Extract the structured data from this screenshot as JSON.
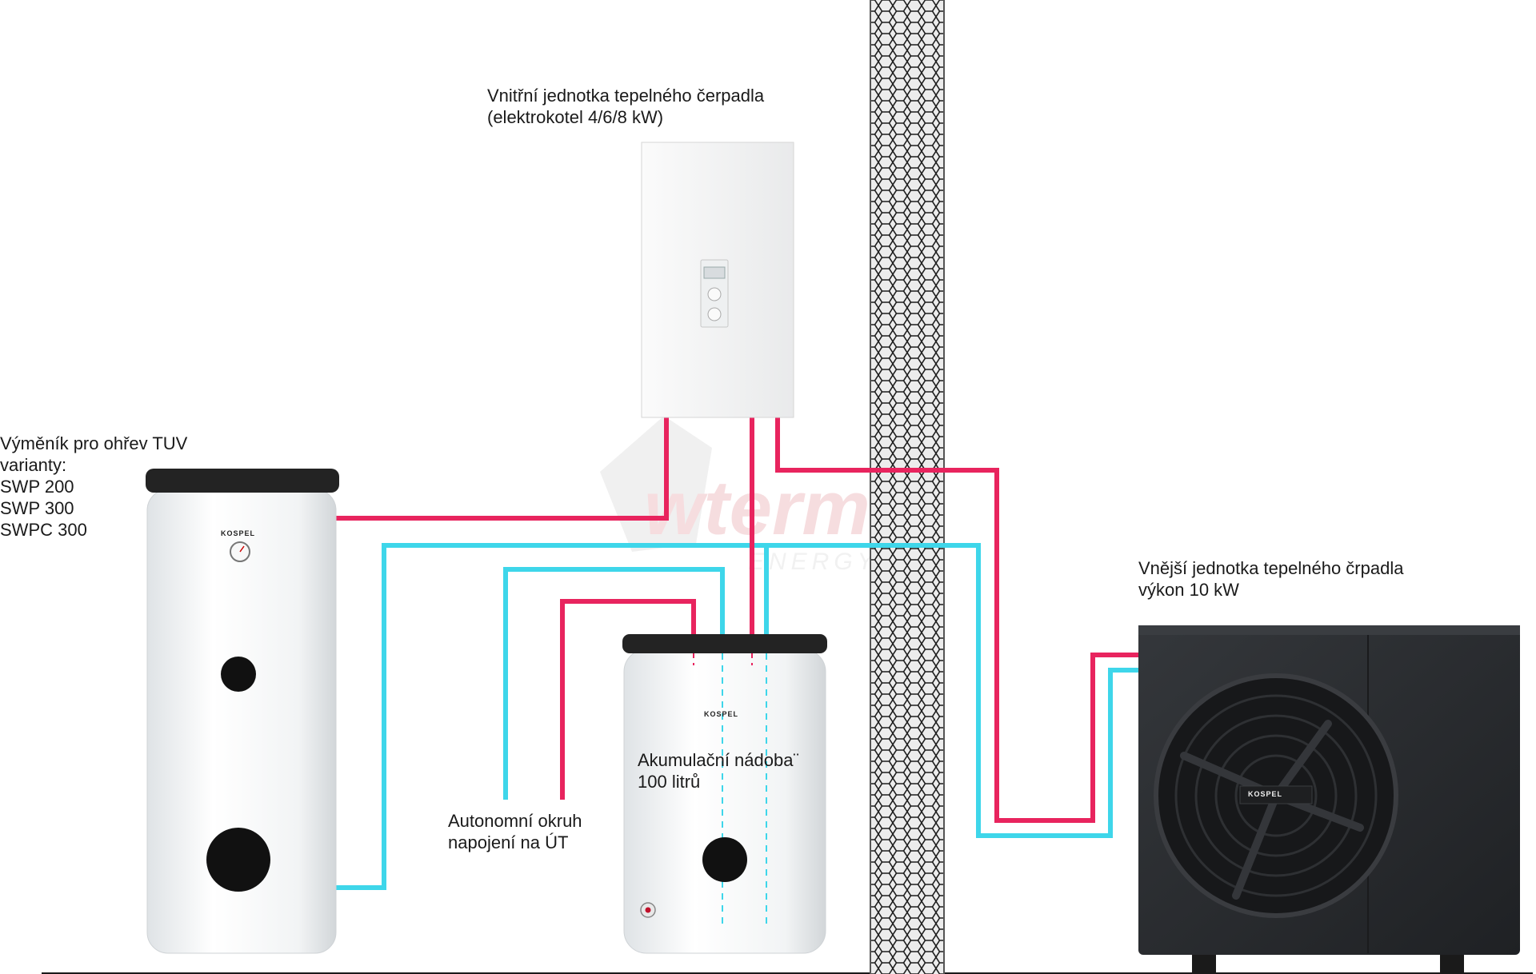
{
  "labels": {
    "indoor_unit": [
      "Vnitřní jednotka tepelného čerpadla",
      "(elektrokotel 4/6/8 kW)"
    ],
    "exchanger": [
      "Výměník pro ohřev TUV",
      "varianty:",
      "SWP 200",
      "SWP 300",
      "SWPC 300"
    ],
    "outdoor_unit": [
      "Vnější jednotka tepelného črpadla",
      "výkon 10 kW"
    ],
    "accumulation_tank": [
      "Akumulační nádoba¨",
      "100 litrů"
    ],
    "autonomous_circuit": [
      "Autonomní okruh",
      "napojení na  ÚT"
    ]
  },
  "brand": "KOSPEL",
  "watermark": {
    "main": "wterm",
    "sub": "ENERGY"
  },
  "colors": {
    "hot_pipe": "#e8245e",
    "cold_pipe": "#3ed6ea",
    "tank_top": "#232323",
    "outdoor_unit_body": "#2a2c30",
    "wall_fill": "#e2e2e2",
    "watermark": "#f3d0d0"
  }
}
